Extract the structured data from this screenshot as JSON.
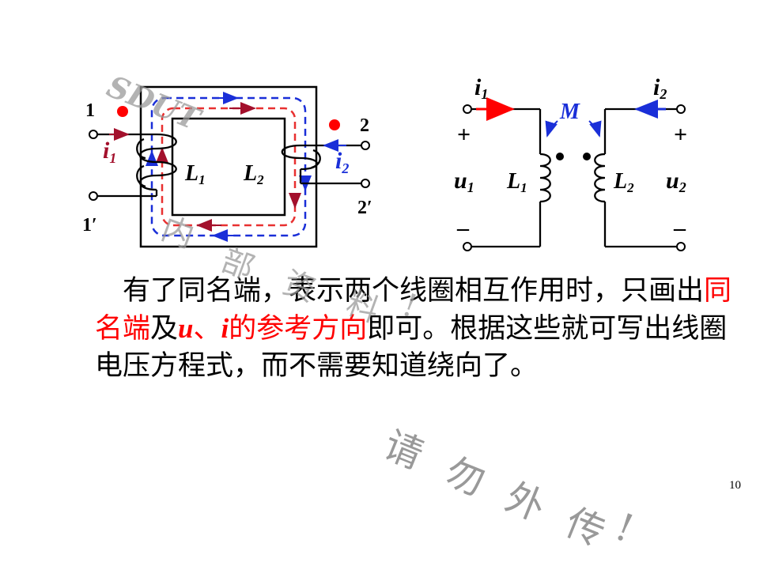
{
  "left_circuit": {
    "terminal_1": "1",
    "terminal_1p": "1′",
    "terminal_2": "2",
    "terminal_2p": "2′",
    "current_i1": "i",
    "current_i1_sub": "1",
    "current_i2": "i",
    "current_i2_sub": "2",
    "coil_L1": "L",
    "coil_L1_sub": "1",
    "coil_L2": "L",
    "coil_L2_sub": "2"
  },
  "right_circuit": {
    "current_i1": "i",
    "current_i1_sub": "1",
    "current_i2": "i",
    "current_i2_sub": "2",
    "mutual": "M",
    "plus_left": "+",
    "plus_right": "+",
    "minus_left": "–",
    "minus_right": "–",
    "voltage_u1": "u",
    "voltage_u1_sub": "1",
    "voltage_u2": "u",
    "voltage_u2_sub": "2",
    "coil_L1": "L",
    "coil_L1_sub": "1",
    "coil_L2": "L",
    "coil_L2_sub": "2"
  },
  "paragraph": {
    "p1": "有了同名端，表示两个线圈相互作用时，只画出",
    "p2_red": "同名端",
    "p3": "及",
    "p4_u": "u",
    "p5_sep": "、",
    "p6_i": "i",
    "p7_red": "的参考方向",
    "p8": "即可。根据这些就可写出线圈电压方程式，而不需要知道绕向了。"
  },
  "watermark": {
    "sdut": "SDUT",
    "w1": "内",
    "w2": "部",
    "w3": "资",
    "w4": "料",
    "w5": "!",
    "w6": "请",
    "w7": "勿",
    "w8": "外",
    "w9": "传",
    "w10": "!"
  },
  "page_number": "10",
  "colors": {
    "red": "#ff0000",
    "darkred": "#a3102c",
    "blue": "#1a2fd8",
    "black": "#000000",
    "dot_red": "#ff0000"
  }
}
